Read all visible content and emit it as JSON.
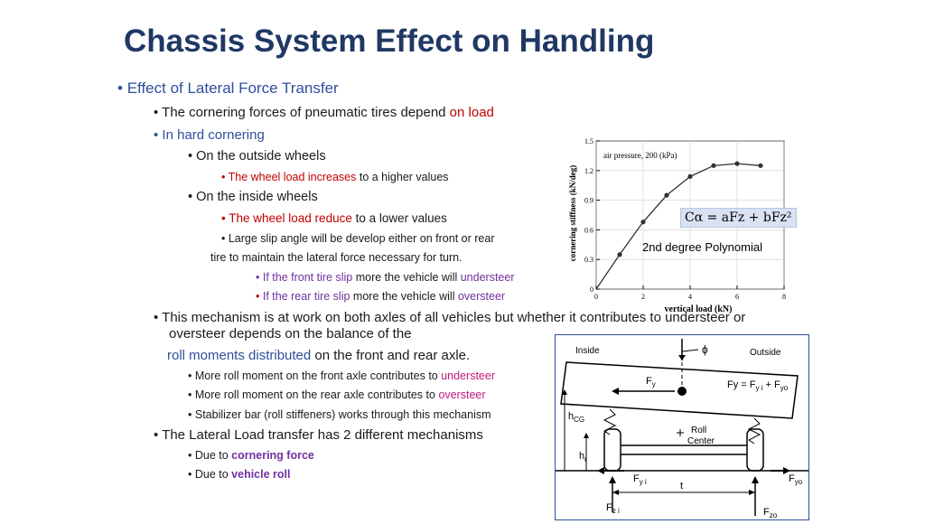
{
  "title": "Chassis System Effect on Handling",
  "bullets": {
    "b1": "Effect of Lateral Force Transfer",
    "b2_text": "The cornering forces of pneumatic tires depend ",
    "b2_red": "on load",
    "b3": "In hard cornering",
    "b4": "On the outside wheels",
    "b5_red": "The wheel load increases",
    "b5_text": "  to a higher values",
    "b6": "On the inside wheels",
    "b7_red": "The wheel load reduce",
    "b7_text": " to a lower values",
    "b8": "Large slip angle will be develop either on front or rear",
    "b8b": "tire to maintain the lateral force necessary for turn.",
    "b9_purple": "If the front tire slip",
    "b9_text": " more the vehicle will ",
    "b9_purple2": "understeer",
    "b10_purple": "If the rear tire slip",
    "b10_text": " more the vehicle will ",
    "b10_purple2": "oversteer",
    "b11": "This mechanism is at work on both axles of all vehicles but whether it contributes to understeer or",
    "b11b": "oversteer depends on the balance of the",
    "b11c_blue": "roll moments distributed",
    "b11c_text": " on the front and rear axle.",
    "b12_text": "More roll moment on the front axle contributes to ",
    "b12_red": "understeer",
    "b13_text": "More roll moment on the rear axle contributes to ",
    "b13_red": "oversteer",
    "b14": "Stabilizer bar (roll stiffeners) works through this mechanism",
    "b15": "The Lateral Load transfer has 2 different mechanisms",
    "b16_text": "Due to ",
    "b16_purple": "cornering force",
    "b17_text": "Due to ",
    "b17_purple": "vehicle roll"
  },
  "formula": "Cα = aFz + bFz²",
  "polynomial_label": "2nd degree Polynomial",
  "chart_data": {
    "type": "line",
    "x": [
      0,
      1,
      2,
      3,
      4,
      5,
      6,
      7
    ],
    "values": [
      0,
      0.35,
      0.68,
      0.95,
      1.14,
      1.25,
      1.27,
      1.25
    ],
    "xlabel": "vertical load (kN)",
    "ylabel": "cornering stiffness (kN/deg)",
    "annotation": "air pressure, 200 (kPa)",
    "xticks": [
      "0",
      "2",
      "4",
      "6",
      "8"
    ],
    "yticks": [
      "0",
      "0.3",
      "0.6",
      "0.9",
      "1.2",
      "1.5"
    ],
    "xlim": [
      0,
      8
    ],
    "ylim": [
      0,
      1.5
    ]
  },
  "diagram": {
    "inside": "Inside",
    "outside": "Outside",
    "phi": "ϕ",
    "fy": "F",
    "fy_sub": "y",
    "eq": "F",
    "eq_rest": "y = F",
    "eq_yi": "y i",
    "eq_plus": " + F",
    "eq_yo": "yo",
    "hcg": "h",
    "hcg_sub": "CG",
    "roll1": "Roll",
    "roll2": "Center",
    "hr": "h",
    "hr_sub": "r",
    "fyi": "F",
    "fyi_sub": "y i",
    "fyo": "F",
    "fyo_sub": "yo",
    "t": "t",
    "fzi": "F",
    "fzi_sub": "z i",
    "fzo": "F",
    "fzo_sub": "zo"
  }
}
